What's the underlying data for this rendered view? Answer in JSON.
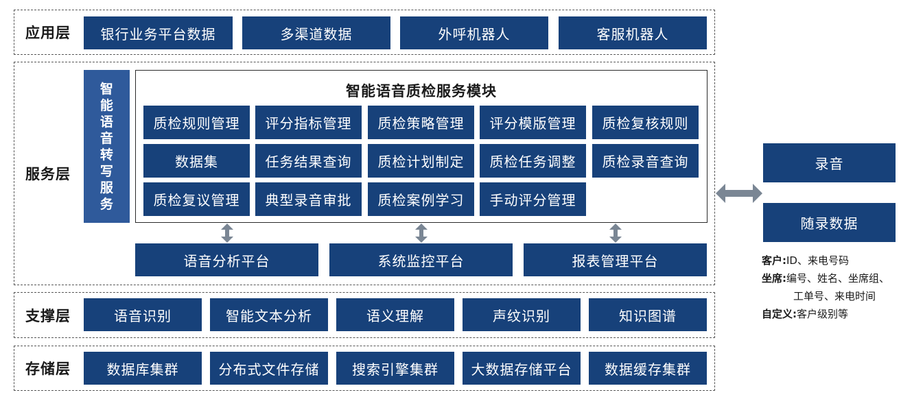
{
  "layers": {
    "app": {
      "label": "应用层",
      "items": [
        "银行业务平台数据",
        "多渠道数据",
        "外呼机器人",
        "客服机器人"
      ]
    },
    "service": {
      "label": "服务层",
      "side_box": "智能语音转写服务",
      "module": {
        "title": "智能语音质检服务模块",
        "rows": [
          [
            "质检规则管理",
            "评分指标管理",
            "质检策略管理",
            "评分模版管理",
            "质检复核规则"
          ],
          [
            "数据集",
            "任务结果查询",
            "质检计划制定",
            "质检任务调整",
            "质检录音查询"
          ],
          [
            "质检复议管理",
            "典型录音审批",
            "质检案例学习",
            "手动评分管理"
          ]
        ]
      },
      "platforms": [
        "语音分析平台",
        "系统监控平台",
        "报表管理平台"
      ]
    },
    "support": {
      "label": "支撑层",
      "items": [
        "语音识别",
        "智能文本分析",
        "语义理解",
        "声纹识别",
        "知识图谱"
      ]
    },
    "storage": {
      "label": "存储层",
      "items": [
        "数据库集群",
        "分布式文件存储",
        "搜索引擎集群",
        "大数据存储平台",
        "数据缓存集群"
      ]
    }
  },
  "right_panel": {
    "boxes": [
      "录音",
      "随录数据"
    ],
    "notes": [
      {
        "key": "客户:",
        "value": "ID、来电号码"
      },
      {
        "key": "坐席:",
        "value": "编号、姓名、坐席组、"
      },
      {
        "key": "",
        "value": "工单号、来电时间"
      },
      {
        "key": "自定义:",
        "value": "客户级别等"
      }
    ]
  },
  "colors": {
    "box": "#17417a",
    "side_box": "#2f5a9b",
    "arrow": "#7a8694"
  }
}
